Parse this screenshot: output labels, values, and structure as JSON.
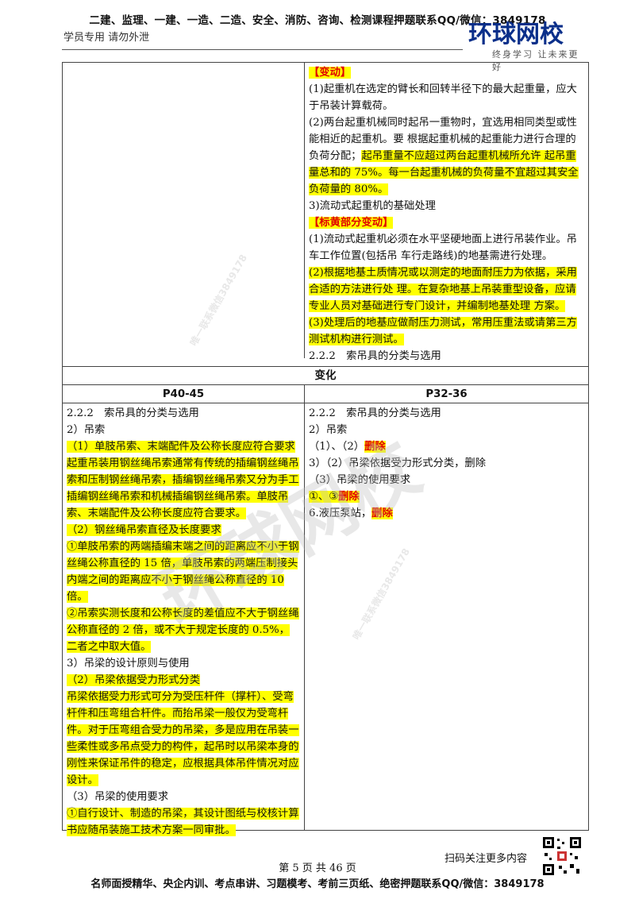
{
  "header": {
    "banner": "二建、监理、一建、一造、二造、安全、消防、咨询、检测课程押题联系QQ/微信：3849178",
    "note": "学员专用 请勿外泄",
    "logo_main": "环球网校",
    "logo_tag": "终身学习 让未来更好"
  },
  "top_right": {
    "tag1": "【变动】",
    "p1": "(1)起重机在选定的臂长和回转半径下的最大起重量，应大于吊装计算载荷。",
    "p2a": "(2)两台起重机械同时起吊一重物时，宜选用相同类型或性能相近的起重机。要 根据起重机械的起重能力进行合理的负荷分配；",
    "p2b": "起吊重量不应超过两台起重机械所允许 起吊重量总和的 75%。每一台起重机械的负荷量不宜超过其安全负荷量的 80%。",
    "p3": "3)流动式起重机的基础处理",
    "tag2": "【标黄部分变动】",
    "p4": "(1)流动式起重机必须在水平坚硬地面上进行吊装作业。吊车工作位置(包括吊 车行走路线)的地基需进行处理。",
    "p5": "(2)根据地基土质情况或以测定的地面耐压力为依据，采用合适的方法进行处 理。在复杂地基上吊装重型设备，应请专业人员对基础进行专门设计，并编制地基处理 方案。",
    "p6": "(3)处理后的地基应做耐压力测试，常用压重法或请第三方测试机构进行测试。",
    "p7": "2.2.2　索吊具的分类与选用"
  },
  "section": {
    "title": "变化",
    "col_left": "P40-45",
    "col_right": "P32-36"
  },
  "left": {
    "l1": "2.2.2　索吊具的分类与选用",
    "l2": "2）吊索",
    "l3": "（1）单肢吊索、末端配件及公称长度应符合要求",
    "l4": "起重吊装用钢丝绳吊索通常有传统的插编钢丝绳吊索和压制钢丝绳吊索，插编钢丝绳吊索又分为手工插编钢丝绳吊索和机械插编钢丝绳吊索。单肢吊索、末端配件及公称长度应符合要求。",
    "l5": "（2）钢丝绳吊索直径及长度要求",
    "l6": "①单肢吊索的两端插编末端之间的距离应不小于钢丝绳公称直径的 15 倍，单肢吊索的两端压制接头内端之间的距离应不小于钢丝绳公称直径的 10 倍。",
    "l7": "②吊索实测长度和公称长度的差值应不大于钢丝绳公称直径的 2 倍，或不大于规定长度的 0.5%，二者之中取大值。",
    "l8": "3）吊梁的设计原则与使用",
    "l9": "（2）吊梁依据受力形式分类",
    "l10": "吊梁依据受力形式可分为受压杆件（撑杆）、受弯杆件和压弯组合杆件。而抬吊梁一般仅为受弯杆件。对于压弯组合受力的吊梁，多是应用在吊装一些柔性或多吊点受力的构件，起吊时以吊梁本身的刚性来保证吊件的稳定，应根据具体吊件情况对应设计。",
    "l11": "（3）吊梁的使用要求",
    "l12": "①自行设计、制造的吊梁，其设计图纸与校核计算书应随吊装施工技术方案一同审批。"
  },
  "right": {
    "r1": "2.2.2　索吊具的分类与选用",
    "r2": "2）吊索",
    "r3a": "（1）、（2）",
    "r3b": "删除",
    "r4": "3）（2）吊梁依据受力形式分类，删除",
    "r5": "（3）吊梁的使用要求",
    "r6a": "①、③",
    "r6b": "删除",
    "r7a": "6.液压泵站，",
    "r7b": "删除"
  },
  "footer": {
    "scan": "扫码关注更多内容",
    "page": "第 5 页 共 46 页",
    "bottom": "名师面授精华、央企内训、考点串讲、习题模考、考前三页纸、绝密押题联系QQ/微信：3849178"
  },
  "watermark": {
    "text1": "唯一联系微信3849178",
    "text2": "唯一联系微信3849178"
  },
  "colors": {
    "highlight": "#ffff00",
    "red": "#e00000",
    "logo": "#0a2f8a"
  }
}
